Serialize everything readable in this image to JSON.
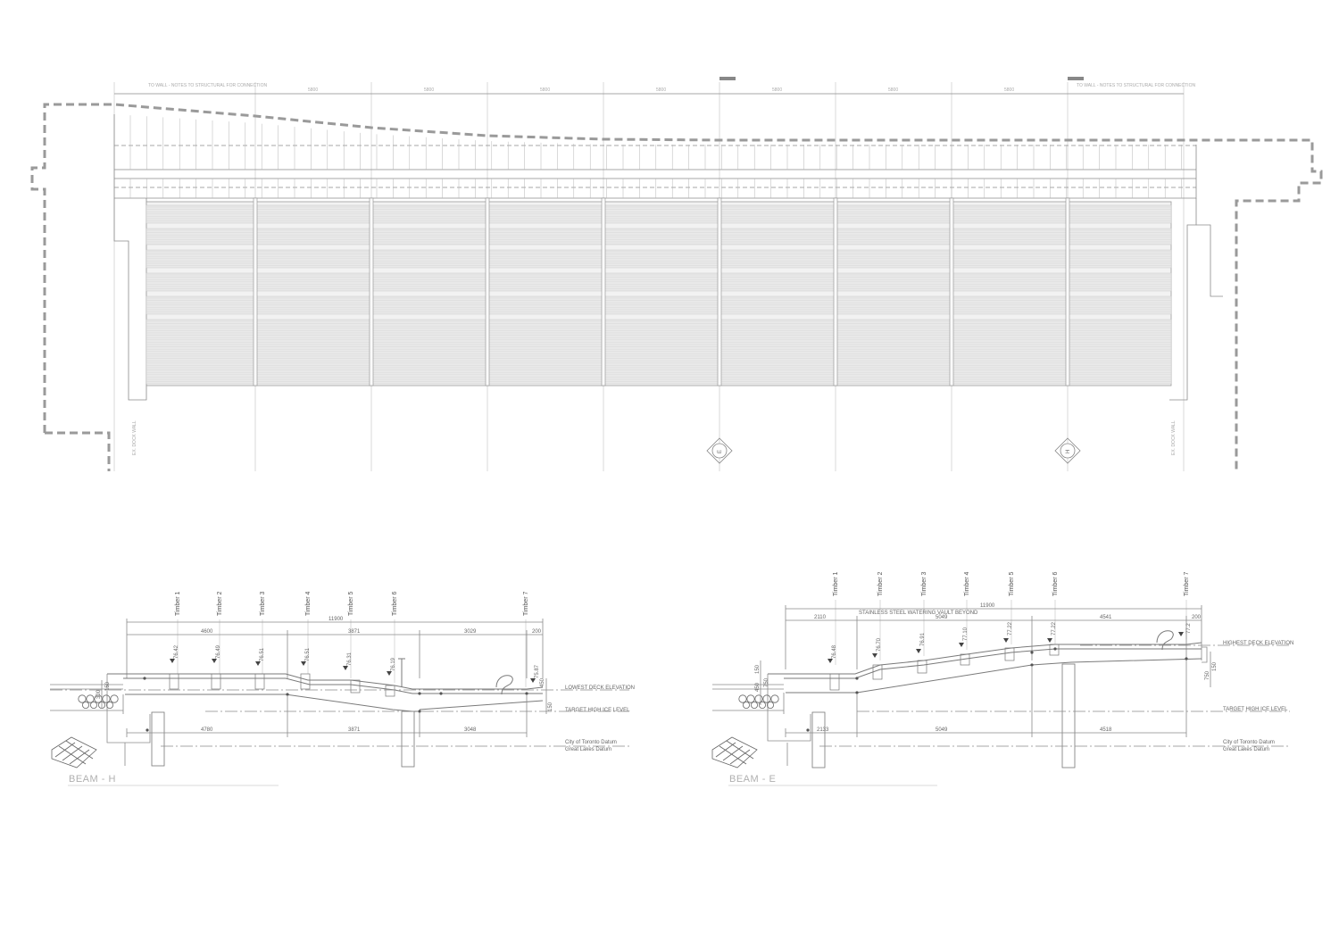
{
  "plan": {
    "note_left": "TO WALL - NOTES TO STRUCTURAL FOR CONNECTION",
    "note_right": "TO WALL - NOTES TO STRUCTURAL FOR CONNECTION",
    "bay_labels": [
      "5800",
      "5800",
      "5800",
      "5800",
      "5800",
      "5800",
      "5800"
    ],
    "grid_e": "E",
    "grid_h": "H",
    "wall_left": "EX. DOCK WALL",
    "wall_right": "EX. DOCK WALL"
  },
  "sections": [
    {
      "title": "BEAM - H",
      "timbers": [
        "Timber 1",
        "Timber 2",
        "Timber 3",
        "Timber 4",
        "Timber 5",
        "Timber 6",
        "Timber 7"
      ],
      "elevations": [
        "76.42",
        "76.49",
        "76.51",
        "76.51",
        "76.31",
        "76.19",
        "75.87"
      ],
      "overall": "11900",
      "top_dims": [
        "4600",
        "3871",
        "3029",
        "200"
      ],
      "bottom_dims": [
        "4780",
        "3871",
        "3048"
      ],
      "left_dims": [
        "300",
        "150"
      ],
      "right_dims": [
        "450",
        "150"
      ],
      "ref_lines": [
        "LOWEST DECK ELEVATION",
        "TARGET HIGH ICE LEVEL",
        "City of Toronto Datum",
        "Great Lakes Datum"
      ]
    },
    {
      "title": "BEAM - E",
      "timbers": [
        "Timber 1",
        "Timber 2",
        "Timber 3",
        "Timber 4",
        "Timber 5",
        "Timber 6",
        "Timber 7"
      ],
      "elevations": [
        "76.48",
        "76.70",
        "76.91",
        "77.10",
        "77.22",
        "77.22",
        "77.2"
      ],
      "overall": "11900",
      "top_dims": [
        "2110",
        "5049",
        "4541",
        "200"
      ],
      "bottom_dims": [
        "2133",
        "5049",
        "4518"
      ],
      "left_dims": [
        "150",
        "450",
        "750"
      ],
      "right_dims": [
        "750",
        "150"
      ],
      "note": "STAINLESS STEEL WATERING VAULT BEYOND",
      "ref_lines": [
        "HIGHEST DECK ELEVATION",
        "TARGET HIGH ICE LEVEL",
        "City of Toronto Datum",
        "Great Lakes Datum"
      ]
    }
  ]
}
